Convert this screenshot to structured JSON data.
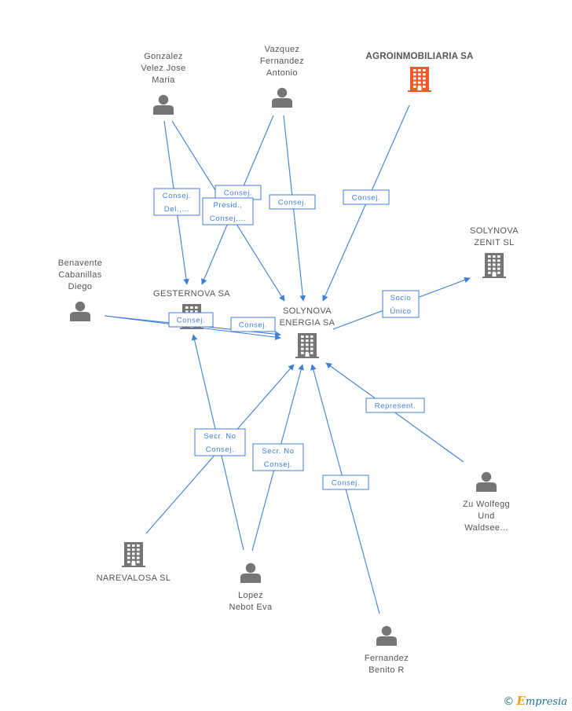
{
  "nodes": [
    {
      "id": "gonzalez",
      "kind": "person",
      "label": [
        "Gonzalez",
        "Velez Jose",
        "Maria"
      ]
    },
    {
      "id": "vazquez",
      "kind": "person",
      "label": [
        "Vazquez",
        "Fernandez",
        "Antonio"
      ]
    },
    {
      "id": "agro",
      "kind": "company",
      "focus": true,
      "label": [
        "AGROINMOBILIARIA SA"
      ]
    },
    {
      "id": "solyzenit",
      "kind": "company",
      "label": [
        "SOLYNOVA",
        "ZENIT SL"
      ]
    },
    {
      "id": "benavente",
      "kind": "person",
      "label": [
        "Benavente",
        "Cabanillas",
        "Diego"
      ]
    },
    {
      "id": "gesternova",
      "kind": "company",
      "label": [
        "GESTERNOVA SA"
      ]
    },
    {
      "id": "solyenergia",
      "kind": "company",
      "label": [
        "SOLYNOVA",
        "ENERGIA SA"
      ]
    },
    {
      "id": "zu",
      "kind": "person",
      "label": [
        "Zu Wolfegg",
        "Und",
        "Waldsee..."
      ]
    },
    {
      "id": "narevalosa",
      "kind": "company",
      "label": [
        "NAREVALOSA SL"
      ]
    },
    {
      "id": "lopez",
      "kind": "person",
      "label": [
        "Lopez",
        "Nebot Eva"
      ]
    },
    {
      "id": "fernandez",
      "kind": "person",
      "label": [
        "Fernandez",
        "Benito R"
      ]
    }
  ],
  "edges": [
    {
      "id": "e-gonzalez-gesternova",
      "label": [
        "Consej.",
        "Del.,..."
      ]
    },
    {
      "id": "e-gonzalez-solyenergia",
      "label": [
        "Consej."
      ]
    },
    {
      "id": "e-vazquez-gesternova",
      "label": [
        "Presid.,",
        "Consej...."
      ]
    },
    {
      "id": "e-vazquez-solyenergia",
      "label": [
        "Consej."
      ]
    },
    {
      "id": "e-agro-solyenergia",
      "label": [
        "Consej."
      ]
    },
    {
      "id": "e-solyenergia-solyzenit",
      "label": [
        "Socio",
        "Único"
      ]
    },
    {
      "id": "e-benavente-gesternova",
      "label": [
        "Consej."
      ]
    },
    {
      "id": "e-benavente-solyenergia",
      "label": [
        "Consej."
      ]
    },
    {
      "id": "e-zu-solyenergia",
      "label": [
        "Represent."
      ]
    },
    {
      "id": "e-narevalosa-solyenergia",
      "label": [
        "Secr. No",
        "Consej."
      ]
    },
    {
      "id": "e-lopez-gesternova",
      "label": []
    },
    {
      "id": "e-lopez-solyenergia",
      "label": [
        "Secr. No",
        "Consej."
      ]
    },
    {
      "id": "e-fernandez-solyenergia",
      "label": [
        "Consej."
      ]
    }
  ],
  "colors": {
    "edge": "#3f7fd4",
    "icon": "#757575",
    "focus_icon": "#ef5a2b",
    "label": "#555555"
  },
  "footer": {
    "copyright": "©",
    "brand_initial": "E",
    "brand_rest": "mpresia"
  }
}
